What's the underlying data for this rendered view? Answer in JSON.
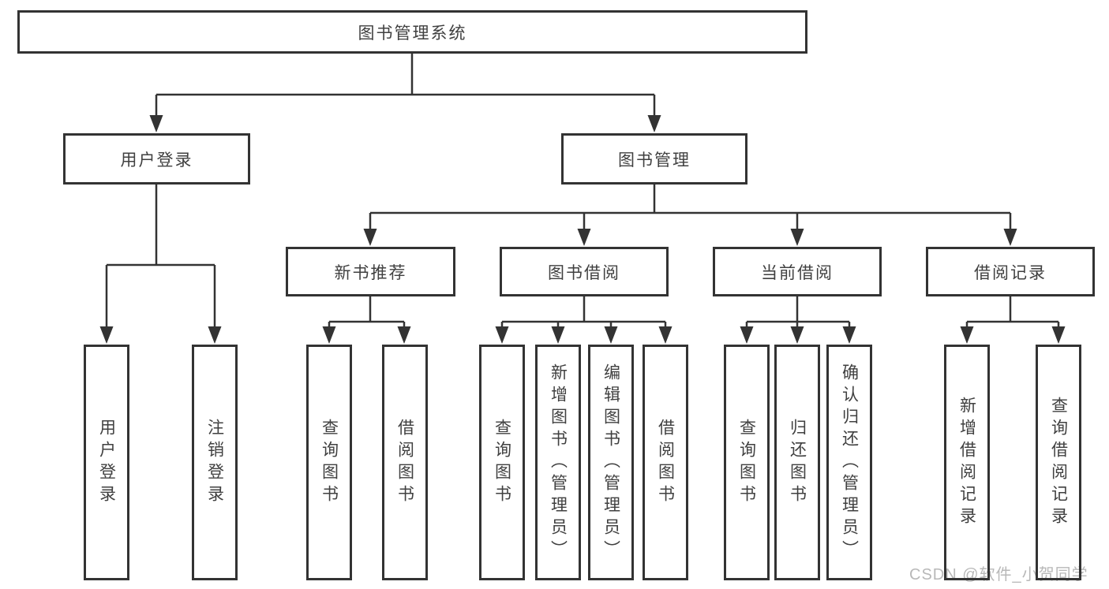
{
  "diagram": {
    "title": "图书管理系统",
    "user_login": {
      "label": "用户登录",
      "leaves": [
        "用户登录",
        "注销登录"
      ]
    },
    "book_management": {
      "label": "图书管理",
      "groups": [
        {
          "label": "新书推荐",
          "leaves": [
            "查询图书",
            "借阅图书"
          ]
        },
        {
          "label": "图书借阅",
          "leaves": [
            "查询图书",
            "新增图书（管理员）",
            "编辑图书（管理员）",
            "借阅图书"
          ]
        },
        {
          "label": "当前借阅",
          "leaves": [
            "查询图书",
            "归还图书",
            "确认归还（管理员）"
          ]
        },
        {
          "label": "借阅记录",
          "leaves": [
            "新增借阅记录",
            "查询借阅记录"
          ]
        }
      ]
    }
  },
  "watermark": "CSDN @软件_小贺同学",
  "colors": {
    "line": "#333333",
    "text": "#404040",
    "watermark": "#b8b8b8",
    "background": "#ffffff"
  }
}
